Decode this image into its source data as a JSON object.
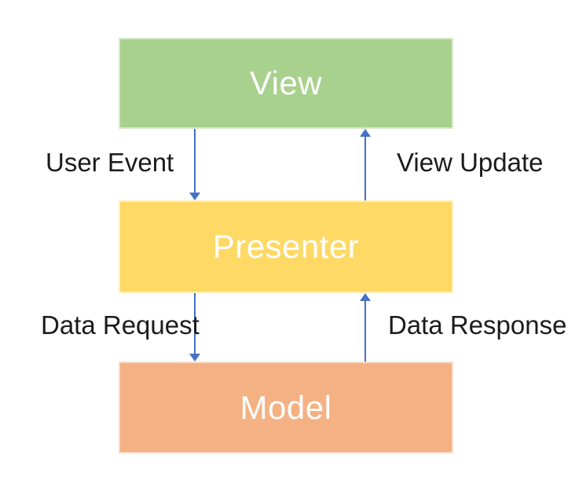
{
  "diagram": {
    "type": "flow-diagram",
    "boxes": [
      {
        "id": "view",
        "label": "View",
        "fill": "#A9D18E",
        "text_color": "#FFFFFF"
      },
      {
        "id": "presenter",
        "label": "Presenter",
        "fill": "#FFD966",
        "text_color": "#FFFFFF"
      },
      {
        "id": "model",
        "label": "Model",
        "fill": "#F4B183",
        "text_color": "#FFFFFF"
      }
    ],
    "arrows": [
      {
        "label": "User Event",
        "from": "View",
        "to": "Presenter",
        "direction": "down"
      },
      {
        "label": "View Update",
        "from": "Presenter",
        "to": "View",
        "direction": "up"
      },
      {
        "label": "Data Request",
        "from": "Presenter",
        "to": "Model",
        "direction": "down"
      },
      {
        "label": "Data Response",
        "from": "Model",
        "to": "Presenter",
        "direction": "up"
      }
    ],
    "colors": {
      "arrow_blue": "#4472C4",
      "label_text": "#1B1B1B",
      "background": "#FFFFFF"
    }
  }
}
